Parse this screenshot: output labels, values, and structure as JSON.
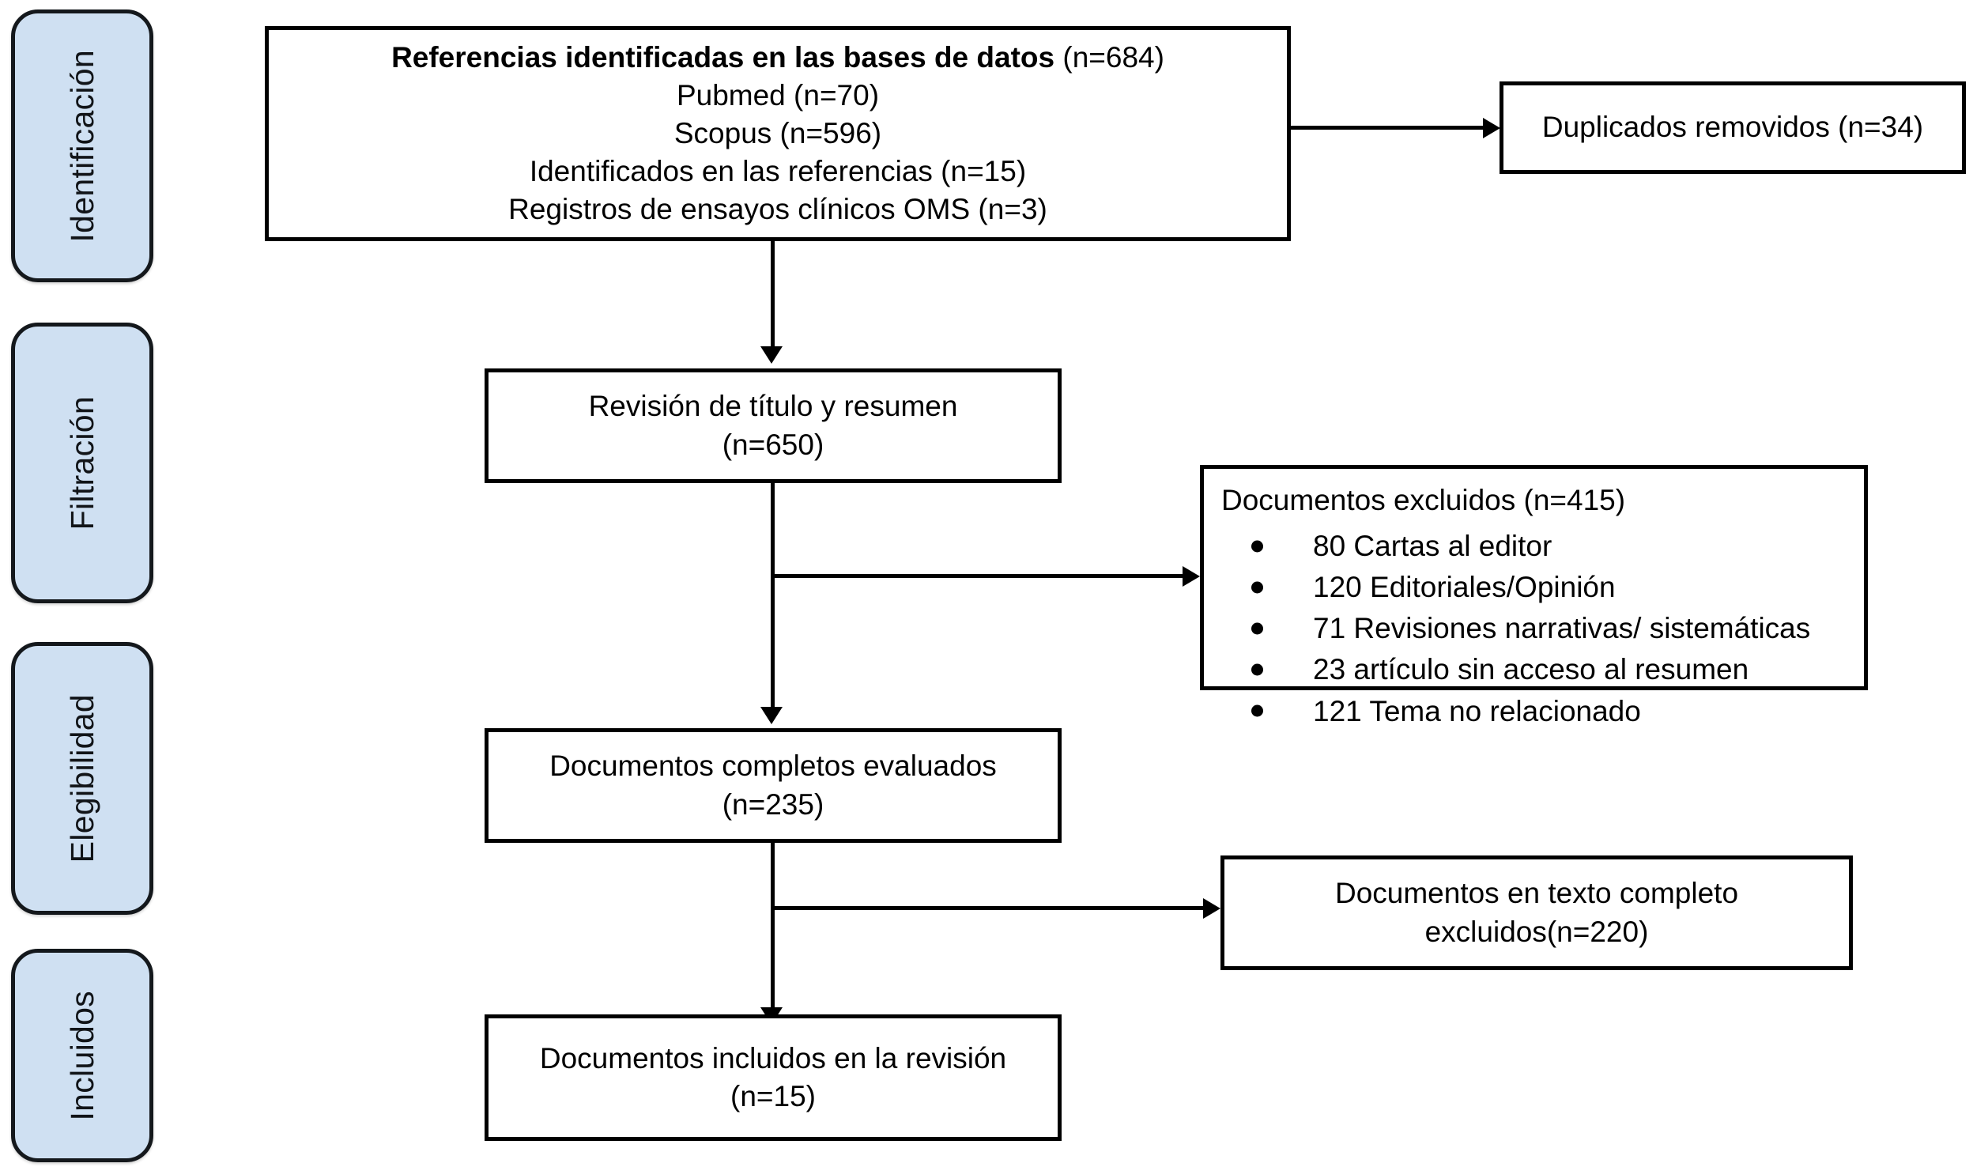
{
  "stages": [
    {
      "label": "Identificación"
    },
    {
      "label": "Filtración"
    },
    {
      "label": "Elegibilidad"
    },
    {
      "label": "Incluidos"
    }
  ],
  "boxes": {
    "identified": {
      "title_bold": "Referencias identificadas en las bases de datos",
      "title_tail": " (n=684)",
      "sources": [
        "Pubmed (n=70)",
        "Scopus (n=596)",
        "Identificados en las referencias (n=15)",
        "Registros de ensayos clínicos OMS (n=3)"
      ]
    },
    "duplicates": {
      "line1": "Duplicados removidos (n=34)"
    },
    "screening": {
      "line1": "Revisión de título y resumen",
      "line2": "(n=650)"
    },
    "excluded_screening": {
      "heading": "Documentos excluidos  (n=415)",
      "items": [
        "80 Cartas al editor",
        "120 Editoriales/Opinión",
        "71 Revisiones narrativas/ sistemáticas",
        "23 artículo sin acceso al resumen",
        "121 Tema no relacionado"
      ]
    },
    "fulltext_assessed": {
      "line1": "Documentos completos evaluados",
      "line2": "(n=235)"
    },
    "fulltext_excluded": {
      "line1": "Documentos en texto completo",
      "line2": "excluidos(n=220)"
    },
    "included": {
      "line1": "Documentos incluidos en la revisión",
      "line2": "(n=15)"
    }
  },
  "colors": {
    "stage_fill": "#cfe0f2",
    "stage_border": "#14181c",
    "box_border": "#000000",
    "text": "#000000",
    "background": "#ffffff"
  }
}
